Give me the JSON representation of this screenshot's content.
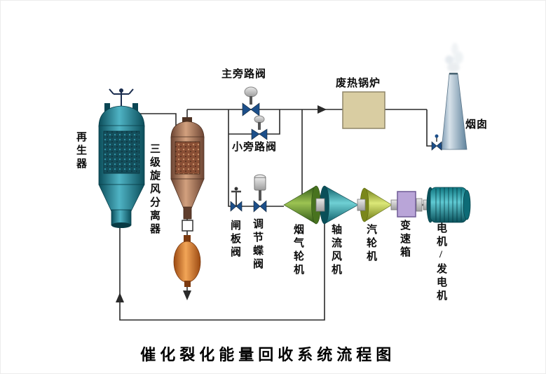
{
  "diagram": {
    "title": "催化裂化能量回收系统流程图",
    "equipment": {
      "regenerator": "再生器",
      "cyclone": "三级旋风分离器",
      "main_bypass_valve": "主旁路阀",
      "small_bypass_valve": "小旁路阀",
      "waste_heat_boiler": "废热锅炉",
      "chimney": "烟囱",
      "gate_valve": "闸板阀",
      "regulating_butterfly_valve": "调节蝶阀",
      "flue_gas_turbine": "烟气轮机",
      "axial_fan": "轴流风机",
      "steam_turbine": "汽轮机",
      "gearbox": "变速箱",
      "motor_generator": "电机/发电机"
    },
    "colors": {
      "regenerator": "#1f7f91",
      "cyclone": "#b07a58",
      "catalyst_hopper": "#e08a38",
      "waste_heat_boiler": "#d9cda2",
      "chimney": "#8aa6bd",
      "flue_gas_turbine": "#6f9c34",
      "axial_fan": "#2a8f96",
      "steam_turbine": "#aebc3e",
      "gearbox": "#b9a5d8",
      "motor": "#1d8a94",
      "valve": "#1c4f8a",
      "pipe_line": "#2a2a2a"
    }
  }
}
